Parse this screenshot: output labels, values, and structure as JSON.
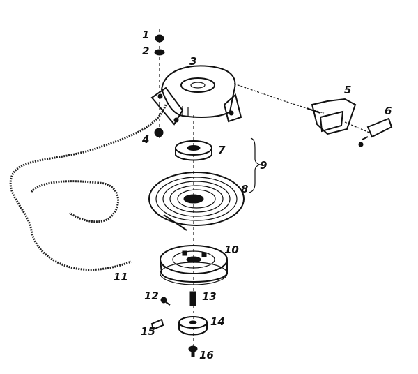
{
  "diagram": {
    "labels": {
      "p1": "1",
      "p2": "2",
      "p3": "3",
      "p4": "4",
      "p5": "5",
      "p6": "6",
      "p7": "7",
      "p8": "8",
      "p9": "9",
      "p10": "10",
      "p11": "11",
      "p12": "12",
      "p13": "13",
      "p14": "14",
      "p15": "15",
      "p16": "16"
    }
  }
}
